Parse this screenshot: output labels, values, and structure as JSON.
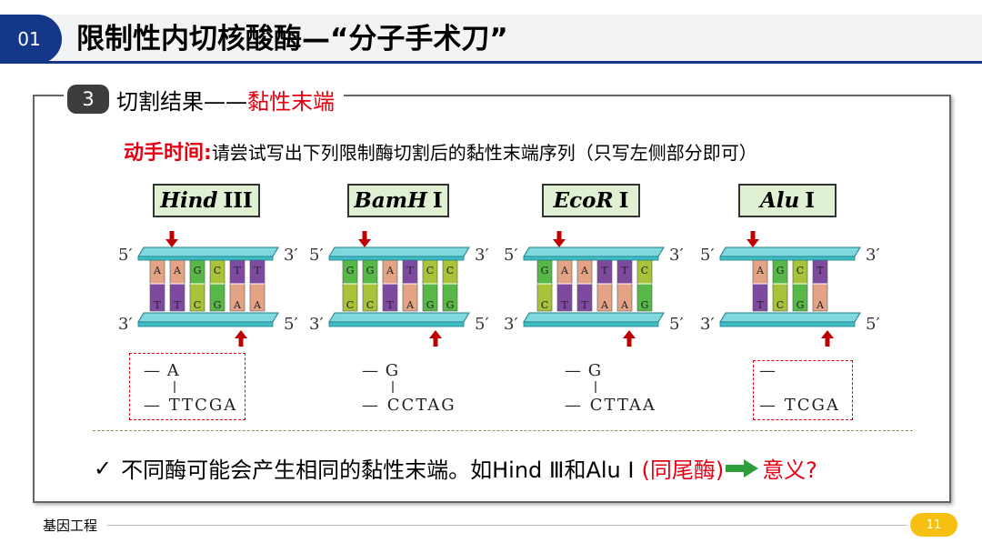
{
  "header": {
    "section_number": "01",
    "title": "限制性内切核酸酶—“分子手术刀”"
  },
  "subheading": {
    "step": "3",
    "text_prefix": "切割结果——",
    "text_highlight": "黏性末端"
  },
  "instruction": {
    "label": "动手时间:",
    "text": "请尝试写出下列限制酶切割后的黏性末端序列（只写左侧部分即可）"
  },
  "enzymes": [
    {
      "name": "Hind",
      "roman": "III",
      "top_bases": [
        "A",
        "A",
        "G",
        "C",
        "T",
        "T"
      ],
      "bottom_bases": [
        "T",
        "T",
        "C",
        "G",
        "A",
        "A"
      ],
      "answer_top": "— A",
      "answer_bottom": "— TTCGA",
      "boxed": true
    },
    {
      "name": "BamH",
      "roman": "I",
      "top_bases": [
        "G",
        "G",
        "A",
        "T",
        "C",
        "C"
      ],
      "bottom_bases": [
        "C",
        "C",
        "T",
        "A",
        "G",
        "G"
      ],
      "answer_top": "— G",
      "answer_bottom": "— CCTAG",
      "boxed": false
    },
    {
      "name": "EcoR",
      "roman": "I",
      "top_bases": [
        "G",
        "A",
        "A",
        "T",
        "T",
        "C"
      ],
      "bottom_bases": [
        "C",
        "T",
        "T",
        "A",
        "A",
        "G"
      ],
      "answer_top": "— G",
      "answer_bottom": "— CTTAA",
      "boxed": false
    },
    {
      "name": "Alu",
      "roman": "I",
      "top_bases": [
        "A",
        "G",
        "C",
        "T"
      ],
      "bottom_bases": [
        "T",
        "C",
        "G",
        "A"
      ],
      "answer_top": "—",
      "answer_bottom": "— TCGA",
      "boxed": true
    }
  ],
  "strand_labels": {
    "five": "5′",
    "three": "3′"
  },
  "conclusion": {
    "check": "✓",
    "text": "不同酶可能会产生相同的黏性末端。如Hind Ⅲ和Alu Ⅰ",
    "highlight": "(同尾酶)",
    "tail": "意义?"
  },
  "footer": {
    "label": "基因工程",
    "page": "11"
  },
  "colors": {
    "brand_blue": "#14378a",
    "accent_red": "#e60012",
    "enzyme_label_bg": "#dff0d3",
    "page_badge": "#f6c012",
    "base_A": "#e3a384",
    "base_T": "#7d4aa0",
    "base_G": "#58b847",
    "base_C": "#a8c23a",
    "strand": "#3fbcc4"
  }
}
